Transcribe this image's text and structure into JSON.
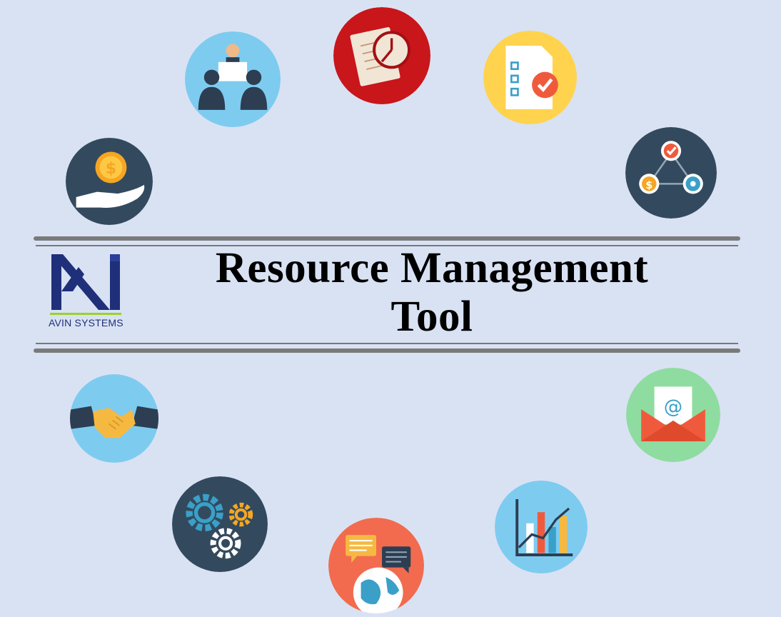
{
  "title": {
    "line1": "Resource Management",
    "line2": "Tool"
  },
  "logo": {
    "text": "AVIN SYSTEMS",
    "icon": "avin-systems-logo"
  },
  "icons": [
    {
      "name": "meeting-icon",
      "bg": "#7ecbf0"
    },
    {
      "name": "time-schedule-icon",
      "bg": "#c8161b"
    },
    {
      "name": "checklist-icon",
      "bg": "#ffd34d"
    },
    {
      "name": "money-hand-icon",
      "bg": "#334a5e"
    },
    {
      "name": "workflow-icon",
      "bg": "#334a5e"
    },
    {
      "name": "handshake-icon",
      "bg": "#7ecbf0"
    },
    {
      "name": "email-icon",
      "bg": "#8fdca0"
    },
    {
      "name": "gears-icon",
      "bg": "#334a5e"
    },
    {
      "name": "bar-chart-icon",
      "bg": "#7ecbf0"
    },
    {
      "name": "global-chat-icon",
      "bg": "#f26b4e"
    }
  ]
}
